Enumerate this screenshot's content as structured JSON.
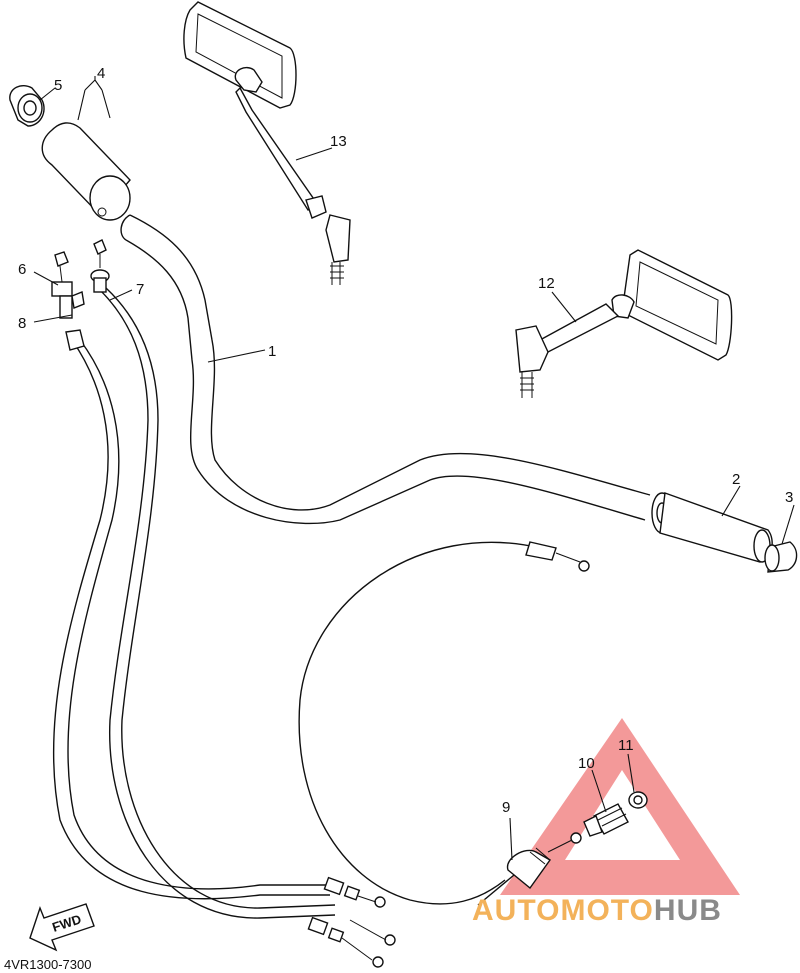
{
  "diagram": {
    "code": "4VR1300-7300",
    "fwd_label": "FWD",
    "callouts": [
      {
        "id": "1",
        "label": "1"
      },
      {
        "id": "2",
        "label": "2"
      },
      {
        "id": "3",
        "label": "3"
      },
      {
        "id": "4",
        "label": "4"
      },
      {
        "id": "5",
        "label": "5"
      },
      {
        "id": "6",
        "label": "6"
      },
      {
        "id": "7",
        "label": "7"
      },
      {
        "id": "8",
        "label": "8"
      },
      {
        "id": "9",
        "label": "9"
      },
      {
        "id": "10",
        "label": "10"
      },
      {
        "id": "11",
        "label": "11"
      },
      {
        "id": "12",
        "label": "12"
      },
      {
        "id": "13",
        "label": "13"
      }
    ]
  },
  "watermark": {
    "brand_part1": "AUTO",
    "brand_part2": "MOTO",
    "brand_part3": "HUB",
    "colors": {
      "triangle": "#f08080",
      "part1": "#f3b25a",
      "part2": "#f3b25a",
      "part3": "#8a8a8a"
    }
  }
}
